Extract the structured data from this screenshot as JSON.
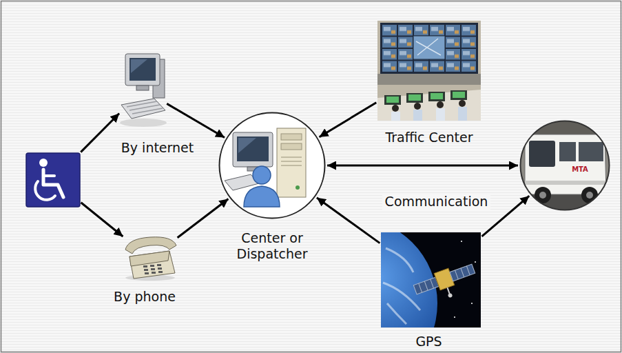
{
  "diagram": {
    "nodes": [
      {
        "text": []
      },
      {
        "text": [
          "By internet"
        ]
      },
      {
        "text": [
          "By phone"
        ]
      },
      {
        "text": [
          "Center or Dispatcher"
        ]
      },
      {
        "text": [
          "Traffic Center"
        ]
      },
      {
        "text": []
      },
      {
        "text": [
          "GPS"
        ]
      }
    ],
    "edges": [
      {
        "from": 0,
        "to": 1,
        "arrow": "to"
      },
      {
        "from": 0,
        "to": 2,
        "arrow": "to"
      },
      {
        "from": 1,
        "to": 3,
        "arrow": "to"
      },
      {
        "from": 2,
        "to": 3,
        "arrow": "to"
      },
      {
        "from": 4,
        "to": 3,
        "arrow": "to"
      },
      {
        "from": 3,
        "to": 5,
        "label": "Communication",
        "arrow": "both"
      },
      {
        "from": 6,
        "to": 3,
        "arrow": "to"
      },
      {
        "from": 6,
        "to": 5,
        "arrow": "to"
      }
    ],
    "labels": [
      "MTA"
    ]
  }
}
